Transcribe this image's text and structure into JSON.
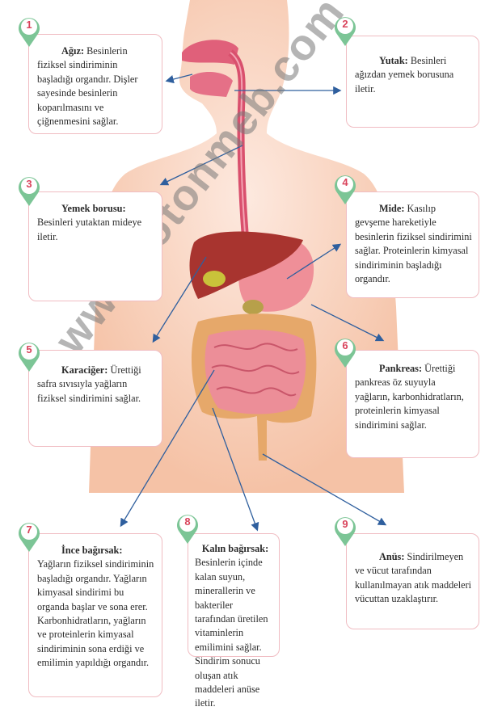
{
  "watermark": "www.fotonmeb.com",
  "colors": {
    "pin": "#7cc596",
    "number": "#d9435b",
    "border": "#f0bcc2",
    "arrow": "#2f5f9e",
    "skin": "#f7cdb6"
  },
  "organs": [
    {
      "number": "1",
      "title": "Ağız:",
      "text": "Besinlerin fiziksel sindiriminin başladığı organdır. Dişler sayesinde besinlerin koparılmasını ve çiğnenmesini sağlar."
    },
    {
      "number": "2",
      "title": "Yutak:",
      "text": "Besinleri ağızdan yemek borusuna iletir."
    },
    {
      "number": "3",
      "title": "Yemek borusu:",
      "text": "Besinleri yutaktan mideye iletir."
    },
    {
      "number": "4",
      "title": "Mide:",
      "text": "Kasılıp gevşeme hareketiyle besinlerin fiziksel sindirimini sağlar. Proteinlerin kimyasal sindiriminin başladığı organdır."
    },
    {
      "number": "5",
      "title": "Karaciğer:",
      "text": "Ürettiği safra sıvısıyla yağların fiziksel sindirimini sağlar."
    },
    {
      "number": "6",
      "title": "Pankreas:",
      "text": "Ürettiği pankreas öz suyuyla yağların, karbonhidratların, proteinlerin kimyasal sindirimini sağlar."
    },
    {
      "number": "7",
      "title": "İnce bağırsak:",
      "text": "Yağların fiziksel sindiriminin başladığı organdır. Yağların kimyasal sindirimi bu organda başlar ve sona erer. Karbonhidratların, yağların ve proteinlerin kimyasal sindiriminin sona erdiği ve emilimin yapıldığı organdır."
    },
    {
      "number": "8",
      "title": "Kalın bağırsak:",
      "text": "Besinlerin içinde kalan suyun, minerallerin ve bakteriler tarafından üretilen vitaminlerin emilimini sağlar. Sindirim sonucu oluşan atık maddeleri anüse iletir."
    },
    {
      "number": "9",
      "title": "Anüs:",
      "text": "Sindirilmeyen ve vücut tarafından kullanılmayan atık maddeleri vücuttan uzaklaştırır."
    }
  ]
}
